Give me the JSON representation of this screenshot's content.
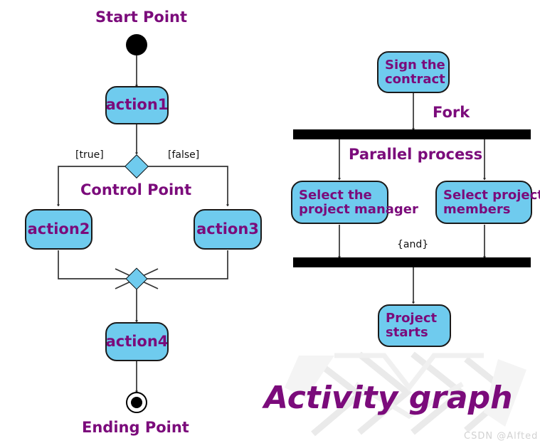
{
  "diagram": {
    "title": "Activity graph",
    "watermark": "CSDN @Alfted"
  },
  "left_flow": {
    "start_label": "Start Point",
    "end_label": "Ending Point",
    "decision_label": "Control Point",
    "branch_true": "[true]",
    "branch_false": "[false]",
    "actions": {
      "action1": "action1",
      "action2": "action2",
      "action3": "action3",
      "action4": "action4"
    }
  },
  "right_flow": {
    "fork_label": "Fork",
    "parallel_label": "Parallel process",
    "join_guard": "{and}",
    "actions": {
      "sign": "Sign the\ncontract",
      "select_manager": "Select the\nproject manager",
      "select_members": "Select project\nmembers",
      "project_starts": "Project\nstarts"
    }
  },
  "colors": {
    "action_fill": "#6FCBEE",
    "action_stroke": "#1a1a1a",
    "text_purple": "#7B0B7B",
    "bar_black": "#000000",
    "line": "#333333",
    "watermark_gray": "#d2d2d2"
  }
}
